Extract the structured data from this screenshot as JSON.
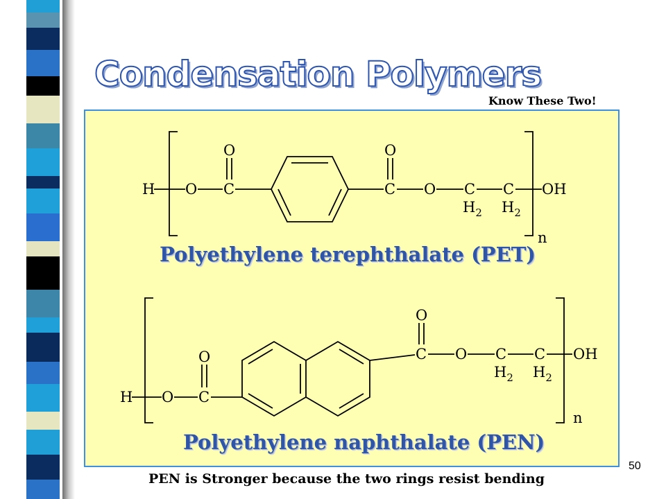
{
  "slide": {
    "title": "Condensation Polymers",
    "note": "Know These Two!",
    "page_number": "50",
    "footnote": "PEN is Stronger because the two rings resist bending"
  },
  "pet": {
    "name": "Polyethylene terephthalate (PET)",
    "atoms": {
      "h": "H",
      "o1": "O",
      "c1": "C",
      "o_top1": "O",
      "c2": "C",
      "o_top2": "O",
      "o2": "O",
      "c3": "C",
      "h2a": "H",
      "c4": "C",
      "h2b": "H",
      "oh": "OH",
      "sub_a": "2",
      "sub_b": "2",
      "n": "n"
    }
  },
  "pen": {
    "name": "Polyethylene naphthalate (PEN)",
    "atoms": {
      "h": "H",
      "o1": "O",
      "c1": "C",
      "o_top1": "O",
      "c2": "C",
      "o_top2": "O",
      "o2": "O",
      "c3": "C",
      "h2a": "H",
      "c4": "C",
      "h2b": "H",
      "oh": "OH",
      "sub_a": "2",
      "sub_b": "2",
      "n": "n"
    }
  },
  "colors": {
    "title_outline": "#2d55b0",
    "panel_fill": "#ffffb3",
    "panel_border": "#3d8fe0",
    "label_text": "#2f55a8"
  }
}
